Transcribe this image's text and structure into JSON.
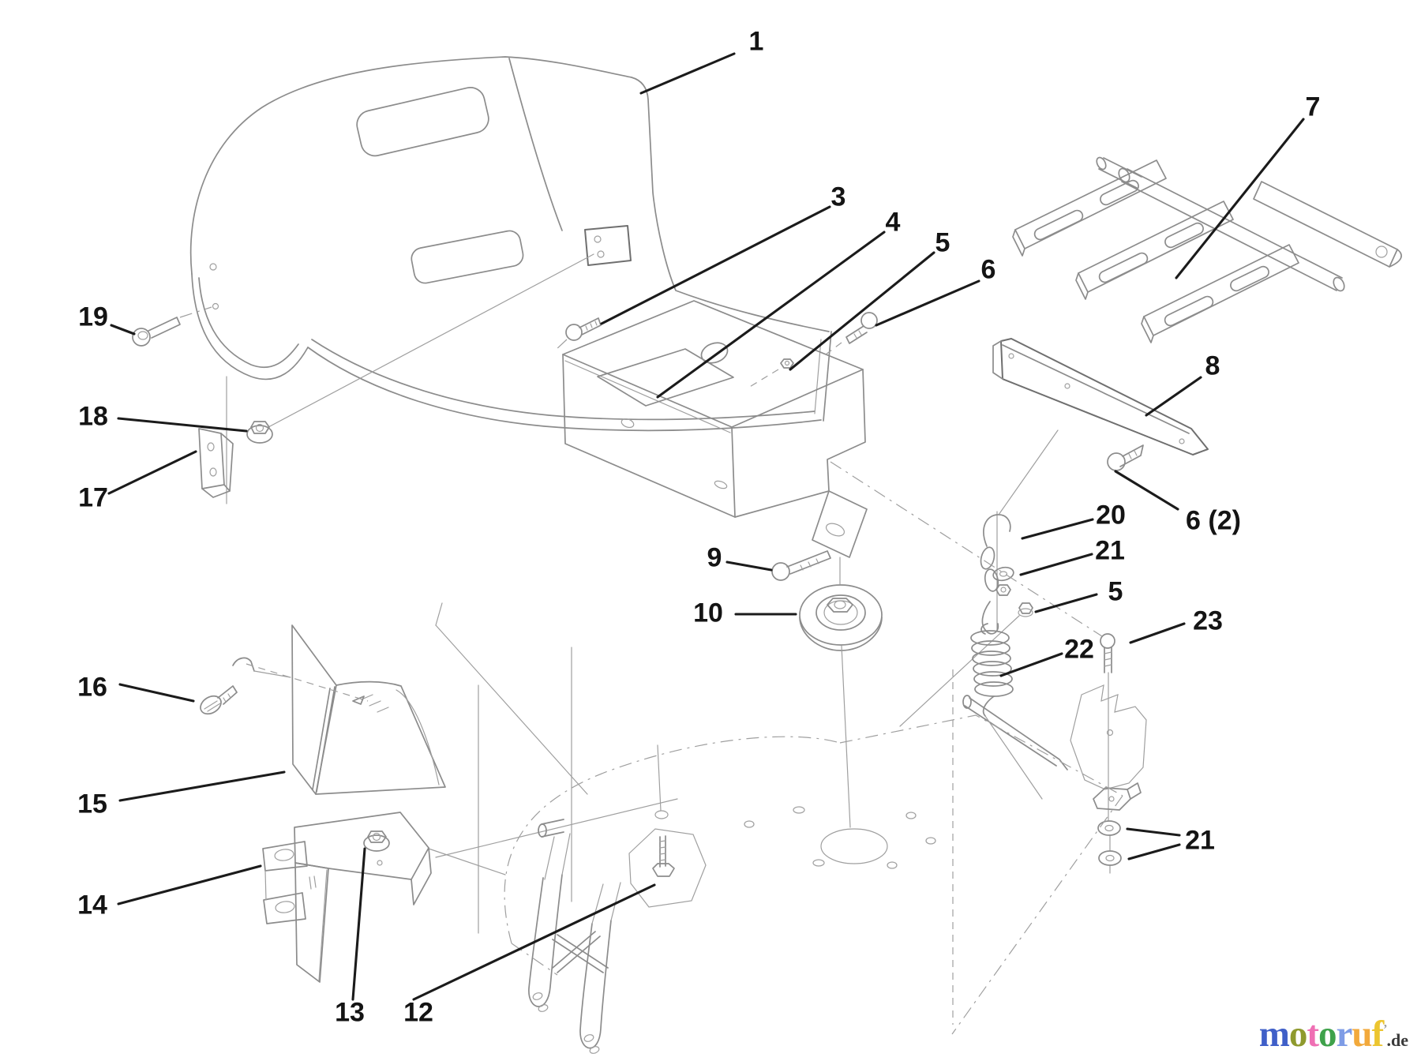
{
  "callouts": [
    {
      "part": "1",
      "text": "1"
    },
    {
      "part": "3",
      "text": "3"
    },
    {
      "part": "4",
      "text": "4"
    },
    {
      "part": "5-top",
      "text": "5"
    },
    {
      "part": "6-top",
      "text": "6"
    },
    {
      "part": "7",
      "text": "7"
    },
    {
      "part": "8",
      "text": "8"
    },
    {
      "part": "6-qty2",
      "text": "6 (2)"
    },
    {
      "part": "9",
      "text": "9"
    },
    {
      "part": "10",
      "text": "10"
    },
    {
      "part": "20",
      "text": "20"
    },
    {
      "part": "21-upper",
      "text": "21"
    },
    {
      "part": "5-mid",
      "text": "5"
    },
    {
      "part": "23",
      "text": "23"
    },
    {
      "part": "22",
      "text": "22"
    },
    {
      "part": "21-lower",
      "text": "21"
    },
    {
      "part": "19",
      "text": "19"
    },
    {
      "part": "18",
      "text": "18"
    },
    {
      "part": "17",
      "text": "17"
    },
    {
      "part": "16",
      "text": "16"
    },
    {
      "part": "15",
      "text": "15"
    },
    {
      "part": "14",
      "text": "14"
    },
    {
      "part": "13",
      "text": "13"
    },
    {
      "part": "12",
      "text": "12"
    }
  ],
  "watermark": {
    "letters": [
      {
        "ch": "m",
        "color": "#3f5fc8"
      },
      {
        "ch": "o",
        "color": "#8f9a2e"
      },
      {
        "ch": "t",
        "color": "#ef6fb4"
      },
      {
        "ch": "o",
        "color": "#3fa24b"
      },
      {
        "ch": "r",
        "color": "#7e9ce6"
      },
      {
        "ch": "u",
        "color": "#f2a93b"
      },
      {
        "ch": "f",
        "color": "#ecc52f"
      }
    ],
    "trademark": "’",
    "suffix": ".de",
    "suffix_color": "#3a3a3a"
  }
}
